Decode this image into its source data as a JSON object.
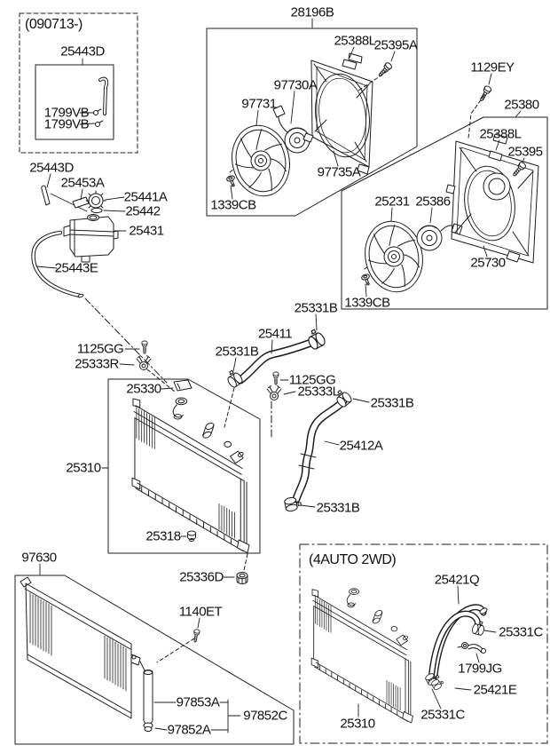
{
  "diagram": {
    "kind": "exploded-parts-diagram",
    "subject": "engine cooling: radiator, cooling fans, condenser and hoses"
  },
  "colors": {
    "background": "#ffffff",
    "line": "#1c1c1c",
    "text": "#111111"
  },
  "labels": {
    "note_090713": "(090713-)",
    "p25443D_a": "25443D",
    "p1799VB_1": "1799VB",
    "p1799VB_2": "1799VB",
    "p25443D_b": "25443D",
    "p25453A": "25453A",
    "p25441A": "25441A",
    "p25442": "25442",
    "p25431": "25431",
    "p25443E": "25443E",
    "p28196B": "28196B",
    "p25388L_a": "25388L",
    "p25395A": "25395A",
    "p97730A": "97730A",
    "p97731": "97731",
    "p97735A": "97735A",
    "p1339CB_a": "1339CB",
    "p1129EY": "1129EY",
    "p25380": "25380",
    "p25388L_b": "25388L",
    "p25395": "25395",
    "p25231": "25231",
    "p25386": "25386",
    "p25730": "25730",
    "p1339CB_b": "1339CB",
    "p1125GG_1": "1125GG",
    "p25333R": "25333R",
    "p25331B_top": "25331B",
    "p25411": "25411",
    "p25331B_left": "25331B",
    "p1125GG_2": "1125GG",
    "p25333L": "25333L",
    "p25331B_right": "25331B",
    "p25412A": "25412A",
    "p25331B_bot": "25331B",
    "p25330": "25330",
    "p25310_main": "25310",
    "p25318": "25318",
    "p25336D": "25336D",
    "p97630": "97630",
    "p1140ET": "1140ET",
    "p97853A": "97853A",
    "p97852C": "97852C",
    "p97852A": "97852A",
    "note_4auto": "(4AUTO 2WD)",
    "p25421Q": "25421Q",
    "p25331C_r": "25331C",
    "p1799JG": "1799JG",
    "p25421E": "25421E",
    "p25331C_b": "25331C",
    "p25310_4a": "25310"
  }
}
